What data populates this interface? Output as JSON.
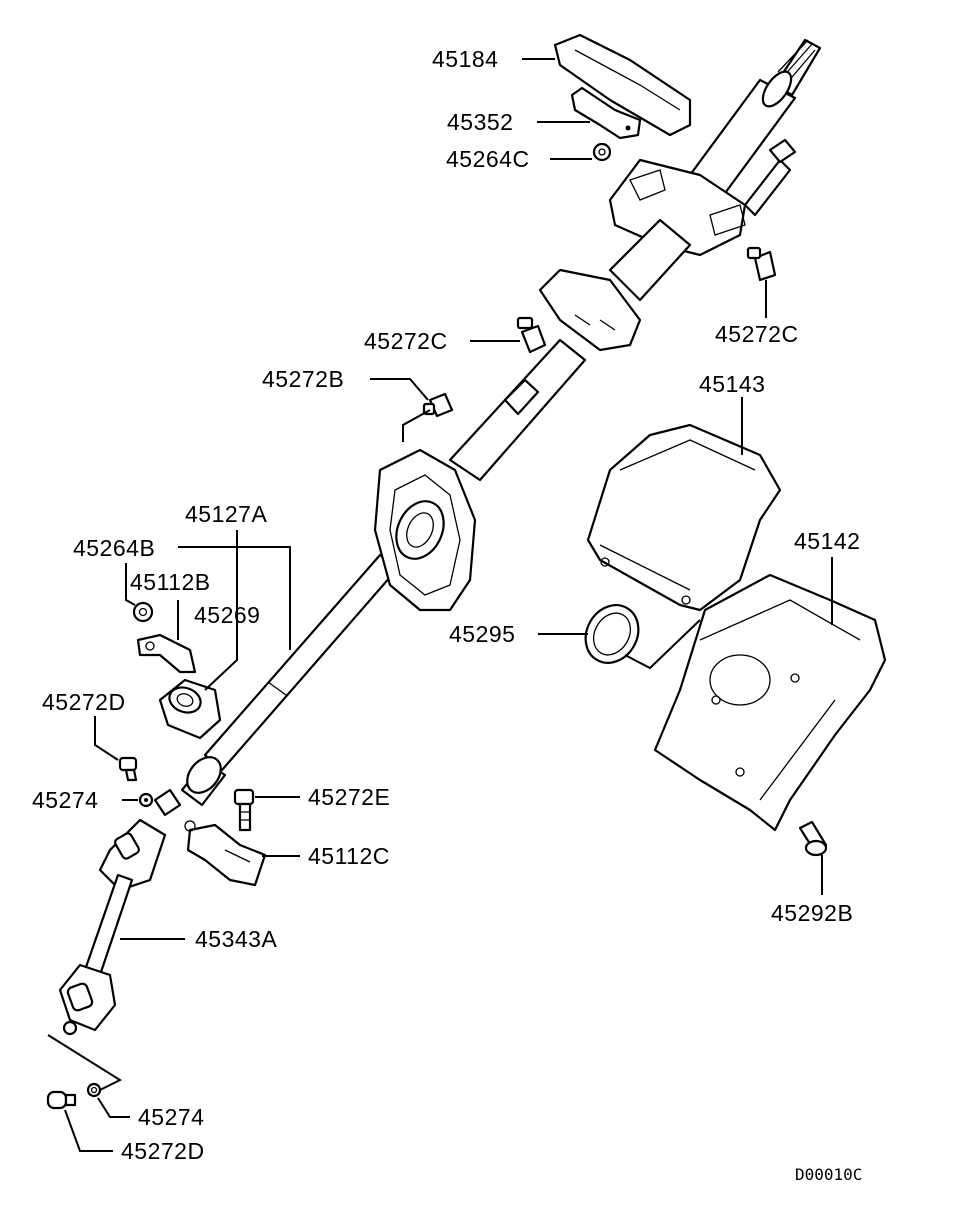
{
  "diagram": {
    "reference_code": "D00010C",
    "part_labels": {
      "p45184": "45184",
      "p45352": "45352",
      "p45264C": "45264C",
      "p45272C_left": "45272C",
      "p45272C_right": "45272C",
      "p45272B": "45272B",
      "p45143": "45143",
      "p45127A": "45127A",
      "p45264B": "45264B",
      "p45112B": "45112B",
      "p45269": "45269",
      "p45142": "45142",
      "p45295": "45295",
      "p45272D_top": "45272D",
      "p45274_top": "45274",
      "p45272E": "45272E",
      "p45112C": "45112C",
      "p45292B": "45292B",
      "p45343A": "45343A",
      "p45274_bottom": "45274",
      "p45272D_bottom": "45272D"
    }
  }
}
